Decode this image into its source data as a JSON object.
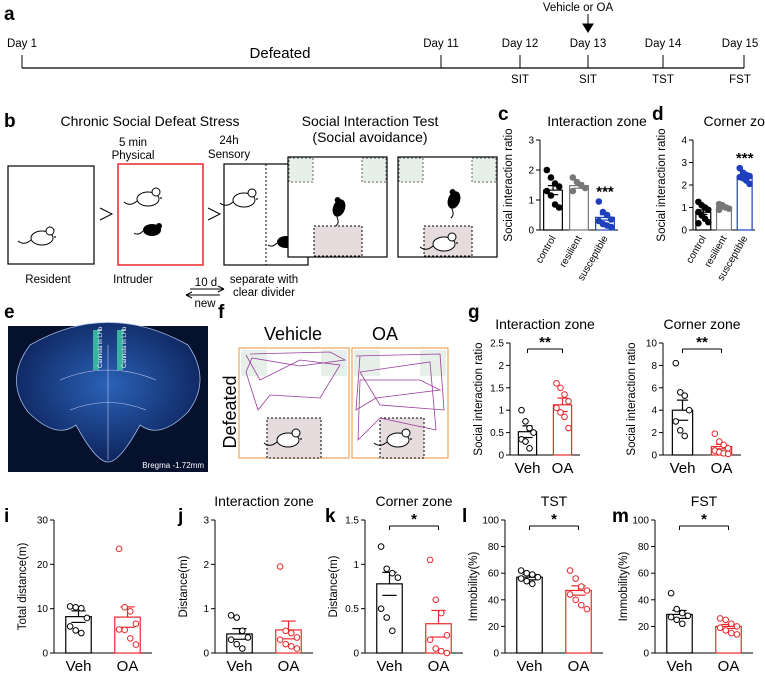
{
  "panels": {
    "a": {
      "label": "a",
      "days": [
        "Day 1",
        "Day 11",
        "Day 12",
        "Day 13",
        "Day 14",
        "Day 15"
      ],
      "defeated": "Defeated",
      "treatment": "Vehicle or OA",
      "tests": [
        "SIT",
        "SIT",
        "TST",
        "FST"
      ]
    },
    "b": {
      "label": "b",
      "title_csds": "Chronic Social Defeat Stress",
      "physical": [
        "5 min",
        "Physical"
      ],
      "sensory": [
        "24h",
        "Sensory"
      ],
      "resident": "Resident",
      "intruder": "Intruder",
      "cycle": [
        "10 d",
        "new"
      ],
      "separate": [
        "separate with",
        "clear divider"
      ],
      "title_sit": [
        "Social Interaction Test",
        "(Social avoidance)"
      ]
    },
    "e": {
      "label": "e",
      "region": "Cannula in LHb",
      "bregma": "Bregma -1.72mm"
    },
    "f": {
      "label": "f",
      "cols": [
        "Vehicle",
        "OA"
      ],
      "row": "Defeated"
    }
  },
  "colors": {
    "control": "#000000",
    "resilient": "#777777",
    "susceptible": "#1f3fbf",
    "veh": "#000000",
    "oa": "#e8282c",
    "zone_green": "#e6efe8",
    "zone_pink": "#e6dcdd",
    "track": "#9a3d9e"
  },
  "chart_data": [
    {
      "id": "c",
      "label": "c",
      "type": "bar",
      "title": "Interaction zone",
      "ylabel": "Social interaction ratio",
      "categories": [
        "control",
        "resilient",
        "susceptible"
      ],
      "values": [
        1.33,
        1.48,
        0.42
      ],
      "sem": [
        0.15,
        0.09,
        0.09
      ],
      "ylim": [
        0,
        3
      ],
      "yticks": [
        0,
        1,
        2,
        3
      ],
      "sig": [
        "",
        "",
        "***"
      ],
      "points": [
        [
          2.0,
          1.75,
          1.55,
          1.45,
          1.3,
          1.15,
          0.85,
          0.75
        ],
        [
          1.75,
          1.6,
          1.5,
          1.4,
          1.3
        ],
        [
          0.95,
          0.6,
          0.5,
          0.35,
          0.3,
          0.2,
          0.15,
          0.1
        ]
      ]
    },
    {
      "id": "d",
      "label": "d",
      "type": "bar",
      "title": "Corner zone",
      "ylabel": "Social interaction ratio",
      "categories": [
        "control",
        "resilient",
        "susceptible"
      ],
      "values": [
        0.79,
        1.02,
        2.35
      ],
      "sem": [
        0.1,
        0.08,
        0.1
      ],
      "ylim": [
        0,
        4
      ],
      "yticks": [
        0,
        1,
        2,
        3,
        4
      ],
      "sig": [
        "",
        "",
        "***"
      ],
      "points": [
        [
          1.25,
          1.1,
          1.0,
          0.9,
          0.8,
          0.65,
          0.5,
          0.35,
          0.3
        ],
        [
          1.15,
          1.1,
          1.0,
          0.95,
          0.9
        ],
        [
          2.75,
          2.55,
          2.45,
          2.4,
          2.35,
          2.3,
          2.2,
          2.05
        ]
      ]
    },
    {
      "id": "g1",
      "label": "g",
      "type": "bar",
      "title": "Interaction zone",
      "ylabel": "Social interaction ratio",
      "categories": [
        "Veh",
        "OA"
      ],
      "values": [
        0.52,
        1.12
      ],
      "sem": [
        0.13,
        0.15
      ],
      "ylim": [
        0,
        2.5
      ],
      "yticks": [
        0.0,
        0.5,
        1.0,
        1.5,
        2.0,
        2.5
      ],
      "sig": "**",
      "points": [
        [
          1.0,
          0.75,
          0.6,
          0.5,
          0.35,
          0.3,
          0.15
        ],
        [
          1.6,
          1.5,
          1.35,
          1.2,
          1.05,
          0.95,
          0.85,
          0.6
        ]
      ]
    },
    {
      "id": "g2",
      "label": "",
      "type": "bar",
      "title": "Corner zone",
      "ylabel": "Social interaction ratio",
      "categories": [
        "Veh",
        "OA"
      ],
      "values": [
        4.0,
        0.75
      ],
      "sem": [
        0.9,
        0.2
      ],
      "ylim": [
        0,
        10
      ],
      "yticks": [
        0,
        2,
        4,
        6,
        8,
        10
      ],
      "sig": "**",
      "points": [
        [
          8.2,
          5.6,
          5.3,
          4.0,
          3.0,
          2.2,
          1.7
        ],
        [
          1.9,
          1.2,
          0.9,
          0.6,
          0.4,
          0.25,
          0.15,
          0.1
        ]
      ]
    },
    {
      "id": "i",
      "label": "i",
      "type": "bar",
      "title": "",
      "ylabel": "Total distance(m)",
      "categories": [
        "Veh",
        "OA"
      ],
      "values": [
        8.2,
        8.1
      ],
      "sem": [
        1.3,
        2.3
      ],
      "ylim": [
        0,
        30
      ],
      "yticks": [
        0,
        10,
        20,
        30
      ],
      "sig": "",
      "points": [
        [
          10.5,
          10.3,
          10.1,
          7.9,
          6.0,
          5.1,
          4.5
        ],
        [
          23.5,
          10.3,
          9.4,
          6.6,
          5.3,
          5.2,
          3.3,
          1.9
        ]
      ]
    },
    {
      "id": "j",
      "label": "j",
      "type": "bar",
      "title": "Interaction zone",
      "ylabel": "Distance(m)",
      "categories": [
        "Veh",
        "OA"
      ],
      "values": [
        0.43,
        0.52
      ],
      "sem": [
        0.12,
        0.2
      ],
      "ylim": [
        0,
        3
      ],
      "yticks": [
        0,
        1,
        2,
        3
      ],
      "sig": "",
      "points": [
        [
          0.85,
          0.8,
          0.5,
          0.35,
          0.3,
          0.2,
          0.1
        ],
        [
          1.95,
          0.5,
          0.45,
          0.35,
          0.3,
          0.2,
          0.15,
          0.1
        ]
      ]
    },
    {
      "id": "k",
      "label": "k",
      "type": "bar",
      "title": "Corner zone",
      "ylabel": "Distance(m)",
      "categories": [
        "Veh",
        "OA"
      ],
      "values": [
        0.78,
        0.33
      ],
      "sem": [
        0.13,
        0.15
      ],
      "ylim": [
        0,
        1.5
      ],
      "yticks": [
        0.0,
        0.5,
        1.0,
        1.5
      ],
      "sig": "*",
      "points": [
        [
          1.2,
          0.95,
          0.9,
          0.85,
          0.5,
          0.4,
          0.25
        ],
        [
          1.05,
          0.6,
          0.45,
          0.2,
          0.15,
          0.05,
          0.02,
          0.0
        ]
      ]
    },
    {
      "id": "l",
      "label": "l",
      "type": "bar",
      "title": "TST",
      "ylabel": "Immobility(%)",
      "categories": [
        "Veh",
        "OA"
      ],
      "values": [
        57,
        47
      ],
      "sem": [
        2,
        3.5
      ],
      "ylim": [
        0,
        100
      ],
      "yticks": [
        0,
        20,
        40,
        60,
        80,
        100
      ],
      "sig": "*",
      "points": [
        [
          62,
          60,
          59,
          57,
          56,
          54,
          52
        ],
        [
          62,
          56,
          50,
          47,
          44,
          40,
          36,
          33
        ]
      ]
    },
    {
      "id": "m",
      "label": "m",
      "type": "bar",
      "title": "FST",
      "ylabel": "Immobility(%)",
      "categories": [
        "Veh",
        "OA"
      ],
      "values": [
        29,
        20
      ],
      "sem": [
        3,
        1.5
      ],
      "ylim": [
        0,
        100
      ],
      "yticks": [
        0,
        20,
        40,
        60,
        80,
        100
      ],
      "sig": "*",
      "points": [
        [
          45,
          33,
          30,
          28,
          27,
          25,
          22
        ],
        [
          26,
          25,
          22,
          20,
          19,
          17,
          15,
          14
        ]
      ]
    }
  ]
}
